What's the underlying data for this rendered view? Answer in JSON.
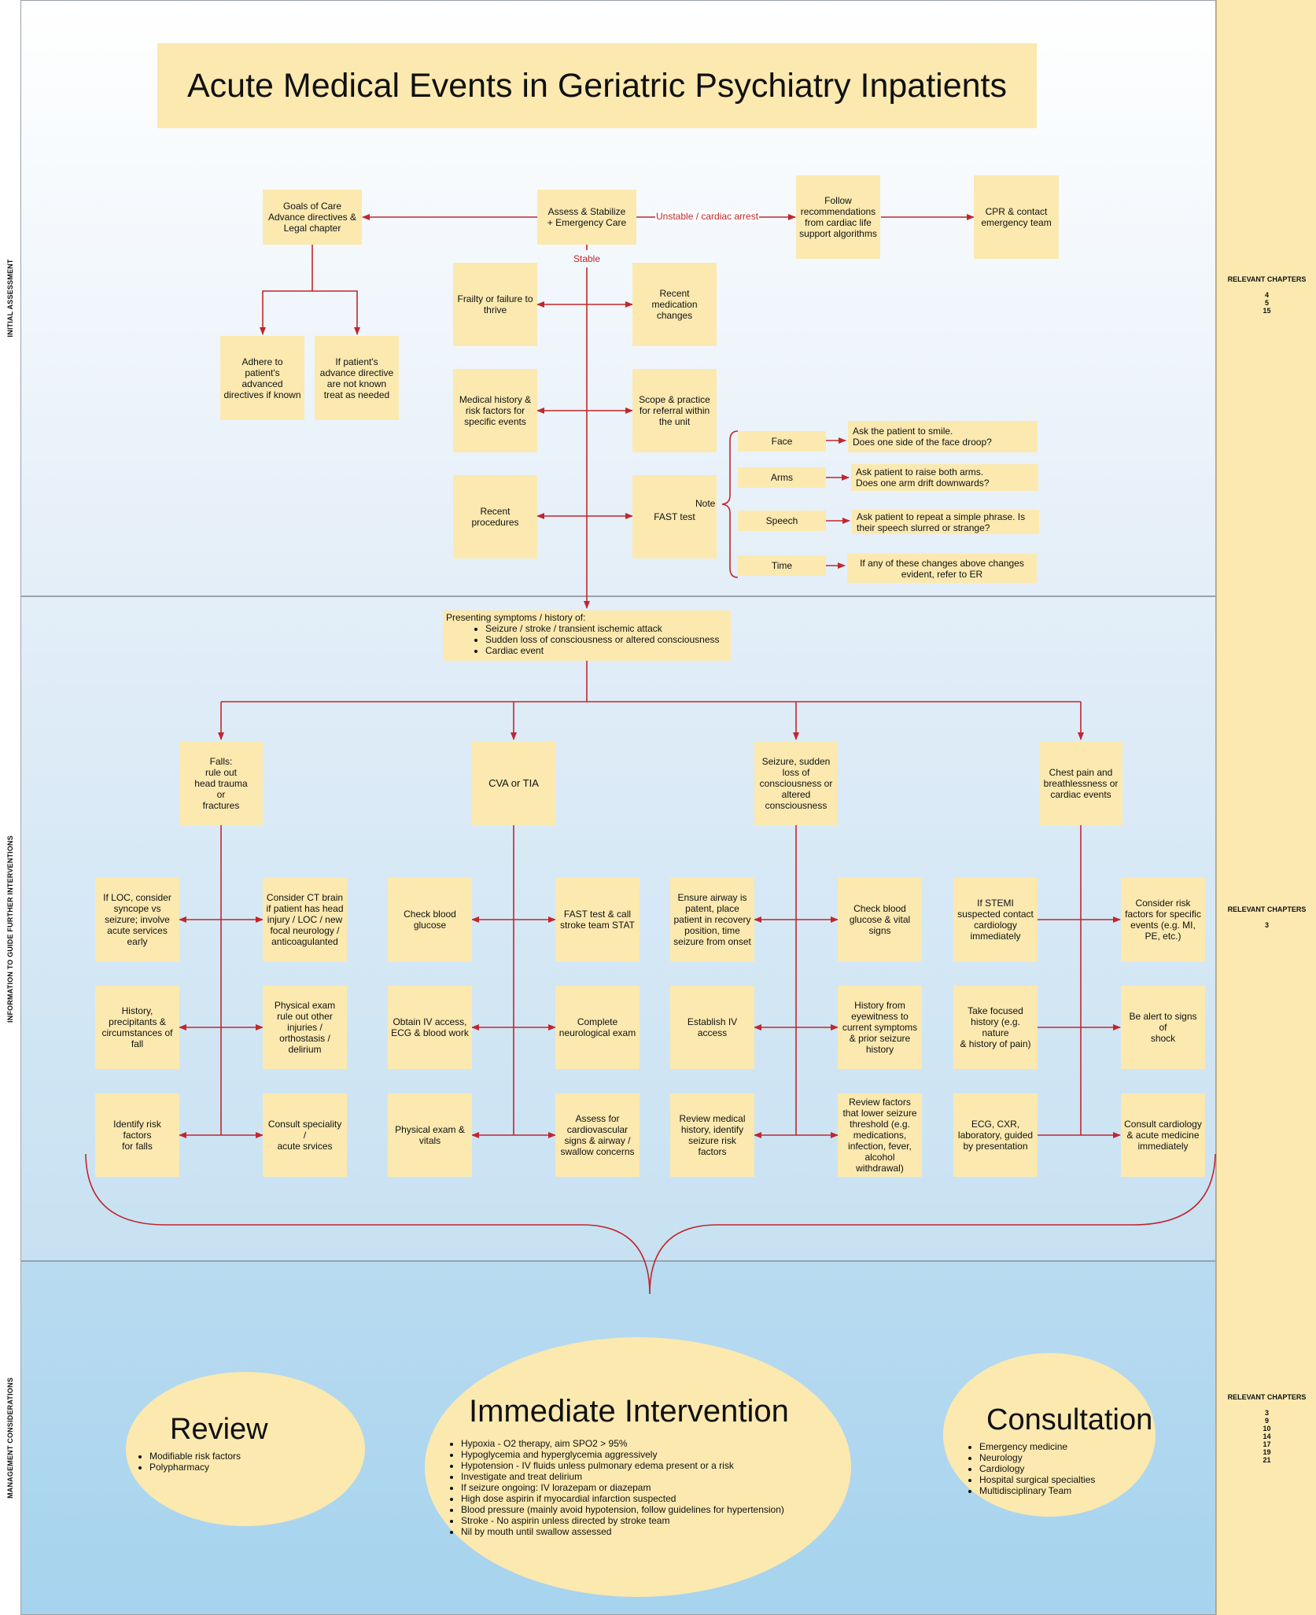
{
  "title": "Acute Medical Events in Geriatric Psychiatry Inpatients",
  "lanes": {
    "initial": "INITIAL ASSESSMENT",
    "info": "INFORMATION TO GUIDE FURTHER  INTERVENTIONS",
    "management": "MANAGEMENT CONSIDERATIONS"
  },
  "chapters": {
    "label": "RELEVANT CHAPTERS",
    "initial": "4\n5\n15",
    "info": "3",
    "management": "3\n9\n10\n14\n17\n19\n21"
  },
  "initial": {
    "goals": "Goals of Care\nAdvance directives &\nLegal chapter",
    "assess": "Assess & Stabilize\n+ Emergency Care",
    "unstable_label": "Unstable / cardiac arrest",
    "follow": "Follow\nrecommendations\nfrom cardiac life\nsupport algorithms",
    "cpr": "CPR & contact\nemergency team",
    "adhere": "Adhere to patient's\nadvanced\ndirectives if known",
    "if_unknown": "If patient's\nadvance directive\nare not known\ntreat as needed",
    "stable_label": "Stable",
    "frailty": "Frailty or failure to\nthrive",
    "recent_meds": "Recent medication\nchanges",
    "med_history": "Medical history &\nrisk factors for\nspecific events",
    "scope": "Scope & practice\nfor referral within\nthe unit",
    "recent_proc": "Recent\nprocedures",
    "fast_test": "FAST test",
    "note": "Note",
    "fast": [
      {
        "key": "Face",
        "desc": "Ask the patient to smile.\nDoes one side of the face droop?"
      },
      {
        "key": "Arms",
        "desc": "Ask patient to raise both arms.\nDoes one arm drift downwards?"
      },
      {
        "key": "Speech",
        "desc": "Ask patient to repeat a simple phrase. Is\ntheir speech slurred or strange?"
      },
      {
        "key": "Time",
        "desc": "If any of these changes above changes\nevident, refer to ER"
      }
    ]
  },
  "presenting": {
    "heading": "Presenting symptoms / history of:",
    "items": [
      "Seizure / stroke / transient ischemic attack",
      "Sudden loss of consciousness or altered consciousness",
      "Cardiac event"
    ]
  },
  "branches": {
    "falls": {
      "head": "Falls:\nrule out\nhead trauma\nor\nfractures",
      "rows": [
        [
          "If LOC, consider\nsyncope vs\nseizure; involve\nacute services\nearly",
          "Consider CT brain\nif patient has head\ninjury / LOC / new\nfocal neurology /\nanticoagulanted"
        ],
        [
          "History,\nprecipitants &\ncircumstances of\nfall",
          "Physical exam\nrule out other\ninjuries /\northostasis /\ndelirium"
        ],
        [
          "Identify risk factors\nfor falls",
          "Consult speciality /\nacute srvices"
        ]
      ]
    },
    "cva": {
      "head": "CVA or TIA",
      "rows": [
        [
          "Check blood\nglucose",
          "FAST test & call\nstroke team  STAT"
        ],
        [
          "Obtain IV access,\nECG & blood work",
          "Complete\nneurological exam"
        ],
        [
          "Physical exam &\nvitals",
          "Assess for\ncardiovascular\nsigns & airway /\nswallow concerns"
        ]
      ]
    },
    "seizure": {
      "head": "Seizure, sudden\nloss of\nconsciousness or\naltered\nconsciousness",
      "rows": [
        [
          "Ensure airway is\npatent, place\npatient in recovery\nposition, time\nseizure from onset",
          "Check blood\nglucose & vital\nsigns"
        ],
        [
          "Establish IV\naccess",
          "History from\neyewitness to\ncurrent symptoms\n& prior seizure\nhistory"
        ],
        [
          "Review medical\nhistory, identify\nseizure risk factors",
          "Review factors\nthat lower seizure\nthreshold (e.g.\nmedications,\ninfection, fever,\nalcohol\nwithdrawal)"
        ]
      ]
    },
    "chest": {
      "head": "Chest pain and\nbreathlessness or\ncardiac events",
      "rows": [
        [
          "If STEMI\nsuspected contact\ncardiology\nimmediately",
          "Consider risk\nfactors for specific\nevents (e.g. MI,\nPE, etc.)"
        ],
        [
          "Take focused\nhistory (e.g. nature\n& history of pain)",
          "Be alert to signs of\nshock"
        ],
        [
          "ECG, CXR,\nlaboratory, guided\nby presentation",
          "Consult cardiology\n& acute medicine\nimmediately"
        ]
      ]
    }
  },
  "management": {
    "review": {
      "title": "Review",
      "items": [
        "Modifiable risk factors",
        "Polypharmacy"
      ]
    },
    "immediate": {
      "title": "Immediate Intervention",
      "items": [
        "Hypoxia - O2 therapy, aim SPO2 > 95%",
        "Hypoglycemia and hyperglycemia aggressively",
        "Hypotension - IV fluids unless pulmonary edema present or a risk",
        "Investigate and treat delirium",
        "If seizure ongoing: IV lorazepam or diazepam",
        "High dose aspirin if myocardial infarction suspected",
        "Blood pressure (mainly avoid hypotension, follow guidelines for hypertension)",
        "Stroke - No aspirin unless directed by stroke team",
        "Nil by mouth until swallow assessed"
      ]
    },
    "consultation": {
      "title": "Consultation",
      "items": [
        "Emergency medicine",
        "Neurology",
        "Cardiology",
        "Hospital surgical specialties",
        "Multidisciplinary Team"
      ]
    }
  },
  "colors": {
    "box": "#fbe9b0",
    "arrow": "#c0272d",
    "band_top": "#ffffff",
    "band_bottom": "#aed6ee"
  }
}
